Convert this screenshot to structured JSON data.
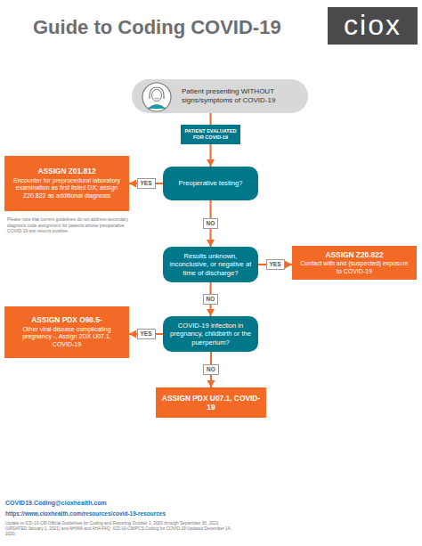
{
  "diagram": {
    "title": "Guide to Coding COVID-19",
    "nodes": [
      {
        "text": [
          "Patient presenting WITHOUT signs/symptoms of COVID-19"
        ]
      },
      {
        "text": [
          "PATIENT EVALUATED FOR COVID-19"
        ]
      },
      {
        "text": [
          "Preoperative testing?"
        ]
      },
      {
        "text": [
          "ASSIGN Z01.812",
          "Encounter for preprocedural laboratory examination as first listed DX; assign Z20.822 as additional diagnosis"
        ]
      },
      {
        "text": [
          "Results unknown, inconclusive, or negative at time of discharge?"
        ]
      },
      {
        "text": [
          "ASSIGN Z20.822",
          "Contact with and (suspected) exposure to COVID-19"
        ]
      },
      {
        "text": [
          "COVID-19 infection in pregnancy, childbirth or the puerperium?"
        ]
      },
      {
        "text": [
          "ASSIGN PDX O98.5-",
          "Other viral disease complicating pregnancy -, Assign 2DX U07.1, COVID-19"
        ]
      },
      {
        "text": [
          "ASSIGN PDX U07.1, COVID-19"
        ]
      }
    ],
    "edges": [
      {
        "from": 0,
        "to": 1,
        "arrow": "none"
      },
      {
        "from": 1,
        "to": 2,
        "arrow": "to"
      },
      {
        "from": 2,
        "to": 3,
        "label": "YES",
        "arrow": "to"
      },
      {
        "from": 2,
        "to": 4,
        "label": "NO",
        "arrow": "to"
      },
      {
        "from": 4,
        "to": 5,
        "label": "YES",
        "arrow": "to"
      },
      {
        "from": 4,
        "to": 6,
        "label": "NO",
        "arrow": "to"
      },
      {
        "from": 6,
        "to": 7,
        "label": "YES",
        "arrow": "to"
      },
      {
        "from": 6,
        "to": 8,
        "label": "NO",
        "arrow": "to"
      }
    ],
    "labels": [
      "ciox",
      "Please note that current guidelines do not address secondary diagnosis code assignment for patients whose preoperative COVID-19 test returns positive.",
      "COVID19.Coding@cioxhealth.com",
      "https://www.cioxhealth.com/resources/covid-19-resources",
      "Update to ICD-10-CM Official Guidelines for Coding and Reporting October 1, 2020 through September 30, 2021 (UPDATED January 1, 2021) and AHIMA and AHA FAQ: ICD-10-CM/PCS Coding for COVID-19 Updated December 14, 2020."
    ]
  }
}
